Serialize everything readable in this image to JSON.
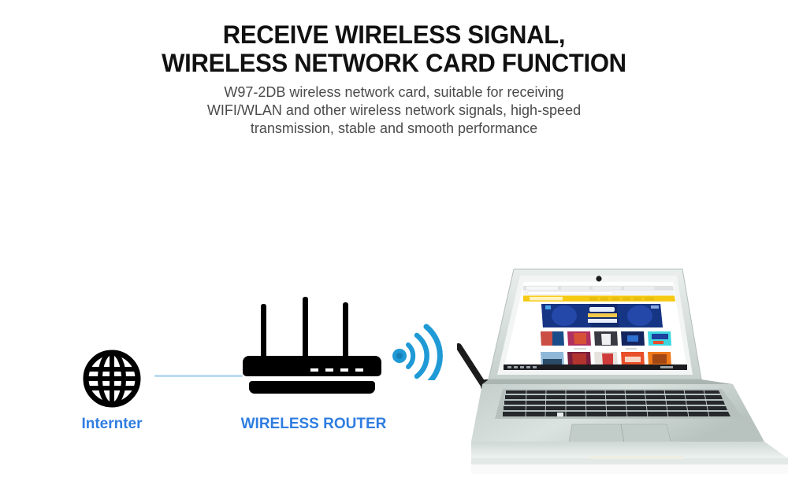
{
  "page": {
    "background_color": "#ffffff",
    "accent_blue": "#2f7de1",
    "wifi_blue": "#1f9ad6",
    "line_blue": "#b9dcf2"
  },
  "headline": {
    "line1": "RECEIVE WIRELESS SIGNAL,",
    "line2": "WIRELESS NETWORK CARD FUNCTION"
  },
  "subcopy": {
    "text": "W97-2DB wireless network card, suitable for receiving WIFI/WLAN and other wireless network signals, high-speed transmission, stable and smooth performance"
  },
  "diagram": {
    "internet": {
      "icon": "globe-icon",
      "label": "Internter"
    },
    "router": {
      "icon": "wireless-router-icon",
      "label": "WIRELESS ROUTER",
      "antenna_count": 3,
      "led_count": 4
    },
    "wifi_signal": {
      "icon": "wifi-signal-icon",
      "arc_count": 3,
      "color": "#1f9ad6"
    },
    "laptop": {
      "icon": "laptop-icon",
      "chassis_color": "#c9d2d0",
      "screen": {
        "browser_nav_color": "#f6c915",
        "hero_banner_color": "#122a6e",
        "thumbnail_rows": 2,
        "thumbnails_per_row": 5
      }
    },
    "usb_adapter": {
      "icon": "usb-wifi-adapter-icon",
      "color": "#1b1b1b"
    }
  }
}
